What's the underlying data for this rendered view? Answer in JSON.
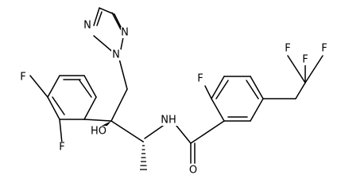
{
  "molecule": {
    "atoms": [
      {
        "id": "n_trz_a",
        "symbol": "N"
      },
      {
        "id": "n_trz_b",
        "symbol": "N"
      },
      {
        "id": "n_trz_1",
        "symbol": "N"
      },
      {
        "id": "f_ring_top",
        "symbol": "F"
      },
      {
        "id": "f_ring_ortho",
        "symbol": "F"
      },
      {
        "id": "hydroxyl",
        "symbol": "HO"
      },
      {
        "id": "amide_nh",
        "symbol": "NH"
      },
      {
        "id": "carbonyl_o",
        "symbol": "O"
      },
      {
        "id": "f_benzamide",
        "symbol": "F"
      },
      {
        "id": "f_cf3_left",
        "symbol": "F"
      },
      {
        "id": "f_cf3_right",
        "symbol": "F"
      },
      {
        "id": "f_cf3_bottom",
        "symbol": "F"
      }
    ]
  }
}
